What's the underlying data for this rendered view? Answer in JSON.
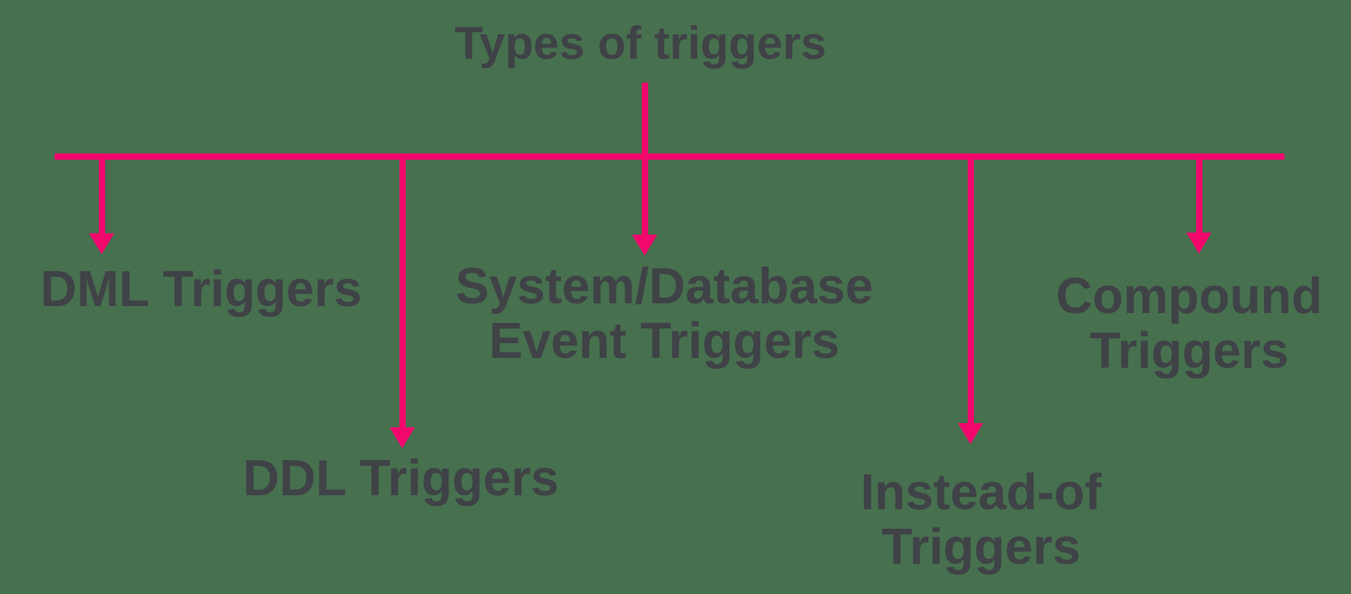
{
  "diagram": {
    "title": "Types of triggers",
    "branches": [
      {
        "id": "dml",
        "label": "DML Triggers"
      },
      {
        "id": "ddl",
        "label": "DDL Triggers"
      },
      {
        "id": "system",
        "label": "System/Database\nEvent Triggers"
      },
      {
        "id": "instead",
        "label": "Instead-of\nTriggers"
      },
      {
        "id": "compound",
        "label": "Compound\nTriggers"
      }
    ],
    "colors": {
      "background": "#47704F",
      "connector": "#F2086D",
      "text": "#3F4246"
    }
  }
}
